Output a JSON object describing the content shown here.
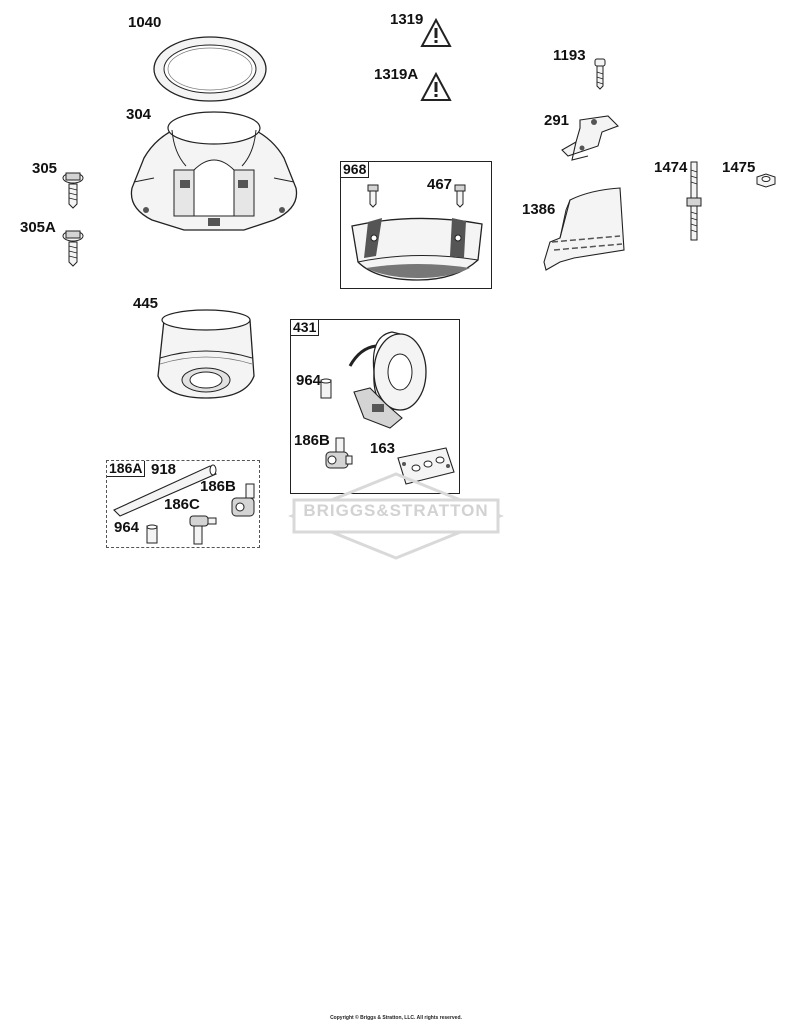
{
  "labels": {
    "p1040": "1040",
    "p304": "304",
    "p305": "305",
    "p305A": "305A",
    "p1319": "1319",
    "p1319A": "1319A",
    "p1193": "1193",
    "p291": "291",
    "p1474": "1474",
    "p1475": "1475",
    "p1386": "1386",
    "p968": "968",
    "p467": "467",
    "p445": "445",
    "p431": "431",
    "p964a": "964",
    "p186B_box": "186B",
    "p163": "163",
    "p186A": "186A",
    "p918": "918",
    "p186B": "186B",
    "p186C": "186C",
    "p964b": "964"
  },
  "watermark": "BRIGGS&STRATTON",
  "copyright": "Copyright © Briggs & Stratton, LLC. All rights reserved.",
  "icons": [
    "warning-triangle-icon"
  ],
  "colors": {
    "line": "#222222",
    "watermark": "#d9d9d9",
    "part_fill": "#f4f4f4",
    "dark_fill": "#555555"
  }
}
